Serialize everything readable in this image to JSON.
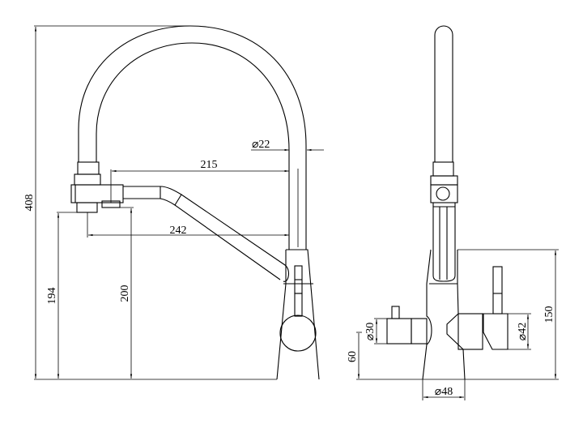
{
  "side_view": {
    "dimensions": {
      "total_height": "408",
      "spout_diameter": "⌀22",
      "reach_215": "215",
      "reach_242": "242",
      "outlet_height_194": "194",
      "outlet_height_200": "200"
    }
  },
  "front_view": {
    "dimensions": {
      "body_height": "150",
      "valve_height": "60",
      "left_valve_diameter": "⌀30",
      "right_valve_diameter": "⌀42",
      "base_diameter": "⌀48"
    }
  }
}
